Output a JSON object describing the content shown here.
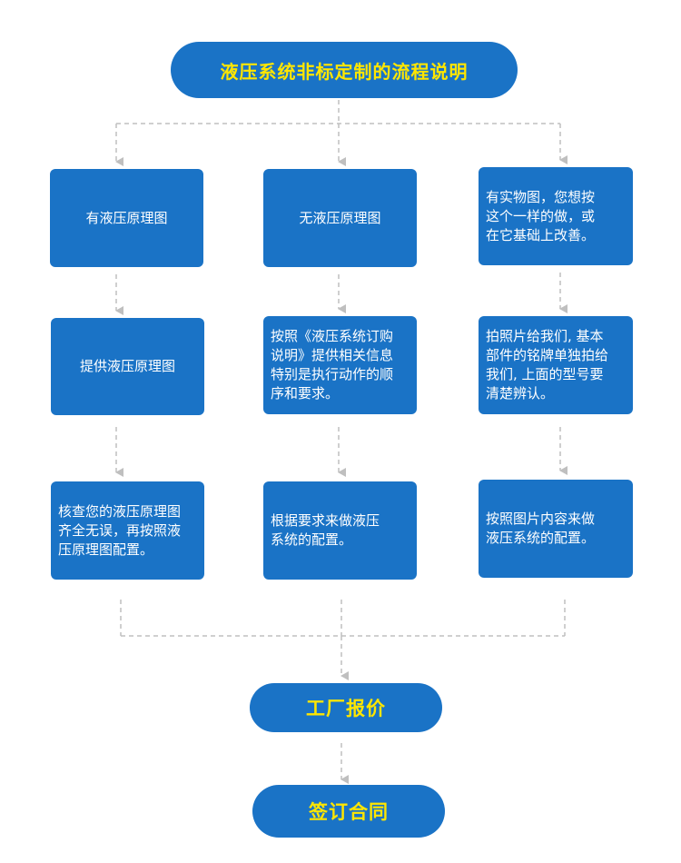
{
  "title": "液压系统非标定制的流程说明",
  "columns": [
    {
      "steps": [
        "有液压原理图",
        "提供液压原理图",
        "核查您的液压原理图\n齐全无误，再按照液\n压原理图配置。"
      ]
    },
    {
      "steps": [
        "无液压原理图",
        "按照《液压系统订购\n说明》提供相关信息\n特别是执行动作的顺\n序和要求。",
        "根据要求来做液压\n系统的配置。"
      ]
    },
    {
      "steps": [
        "有实物图，您想按\n这个一样的做，或\n在它基础上改善。",
        "拍照片给我们, 基本\n部件的铭牌单独拍给\n我们, 上面的型号要\n清楚辨认。",
        "按照图片内容来做\n液压系统的配置。"
      ]
    }
  ],
  "quote": "工厂报价",
  "contract": "签订合同",
  "colors": {
    "box_fill": "#1a73c6",
    "pill_text": "#ffe600",
    "box_text": "#ffffff",
    "connector": "#bfbfbf"
  }
}
